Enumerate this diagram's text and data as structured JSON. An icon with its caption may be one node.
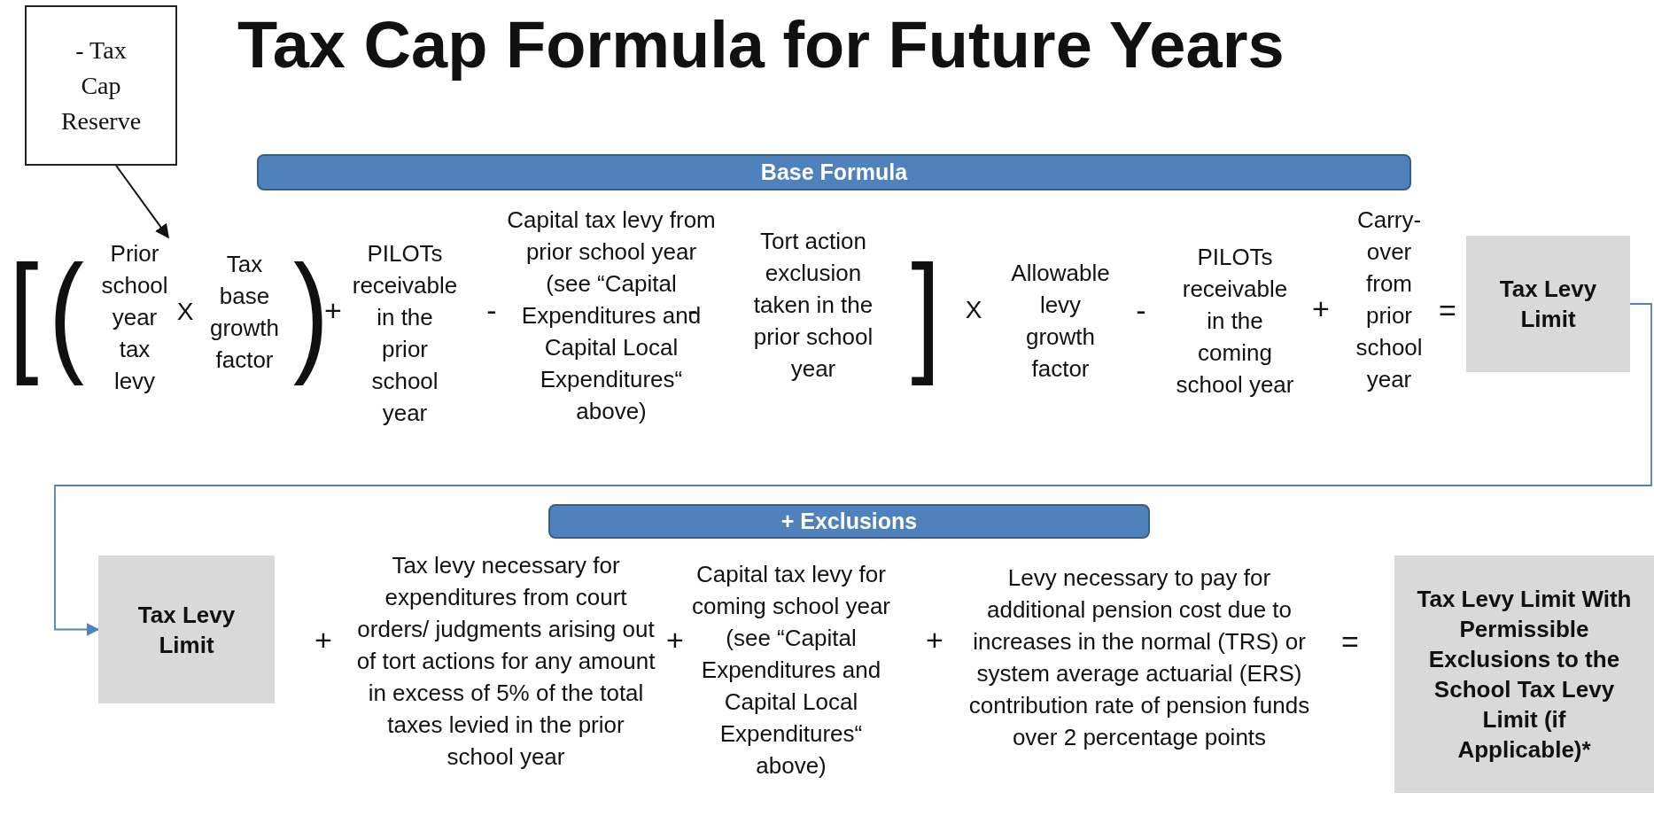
{
  "diagram": {
    "title": "Tax Cap Formula for Future Years",
    "nodes": [
      {
        "text": [
          "- Tax Cap Reserve"
        ]
      },
      {
        "text": [
          "Base Formula"
        ]
      },
      {
        "text": [
          "Prior school year tax levy"
        ]
      },
      {
        "text": [
          "Tax base growth factor"
        ]
      },
      {
        "text": [
          "PILOTs receivable in the prior school year"
        ]
      },
      {
        "text": [
          "Capital tax levy from prior school year (see “Capital Expenditures and Capital Local Expenditures“ above)"
        ]
      },
      {
        "text": [
          "Tort action exclusion taken in the prior school year"
        ]
      },
      {
        "text": [
          "Allowable levy growth factor"
        ]
      },
      {
        "text": [
          "PILOTs receivable in the coming school year"
        ]
      },
      {
        "text": [
          "Carry-over from prior school year"
        ]
      },
      {
        "text": [
          "Tax Levy Limit"
        ]
      },
      {
        "text": [
          "+ Exclusions"
        ]
      },
      {
        "text": [
          "Tax Levy Limit"
        ]
      },
      {
        "text": [
          "Tax levy necessary for expenditures from court orders/ judgments arising out of tort actions for any amount in excess of 5% of the total taxes levied in the prior school year"
        ]
      },
      {
        "text": [
          "Capital tax levy for coming school year (see “Capital Expenditures and Capital Local Expenditures“ above)"
        ]
      },
      {
        "text": [
          "Levy necessary to pay for additional pension cost due to increases in the normal (TRS) or system average actuarial (ERS) contribution rate of pension funds over 2 percentage points"
        ]
      },
      {
        "text": [
          "Tax Levy Limit With Permissible Exclusions to the School Tax Levy Limit (if Applicable)*"
        ]
      }
    ],
    "edges": [
      {
        "from": 0,
        "to": 2,
        "arrow": "to"
      },
      {
        "from": 10,
        "to": 12,
        "arrow": "to",
        "color": "#4f81bd"
      }
    ],
    "labels": [
      "[",
      "(",
      "X",
      ")",
      "+",
      "-",
      "-",
      "]",
      "X",
      "-",
      "+",
      "=",
      "+",
      "+",
      "+",
      "="
    ]
  }
}
